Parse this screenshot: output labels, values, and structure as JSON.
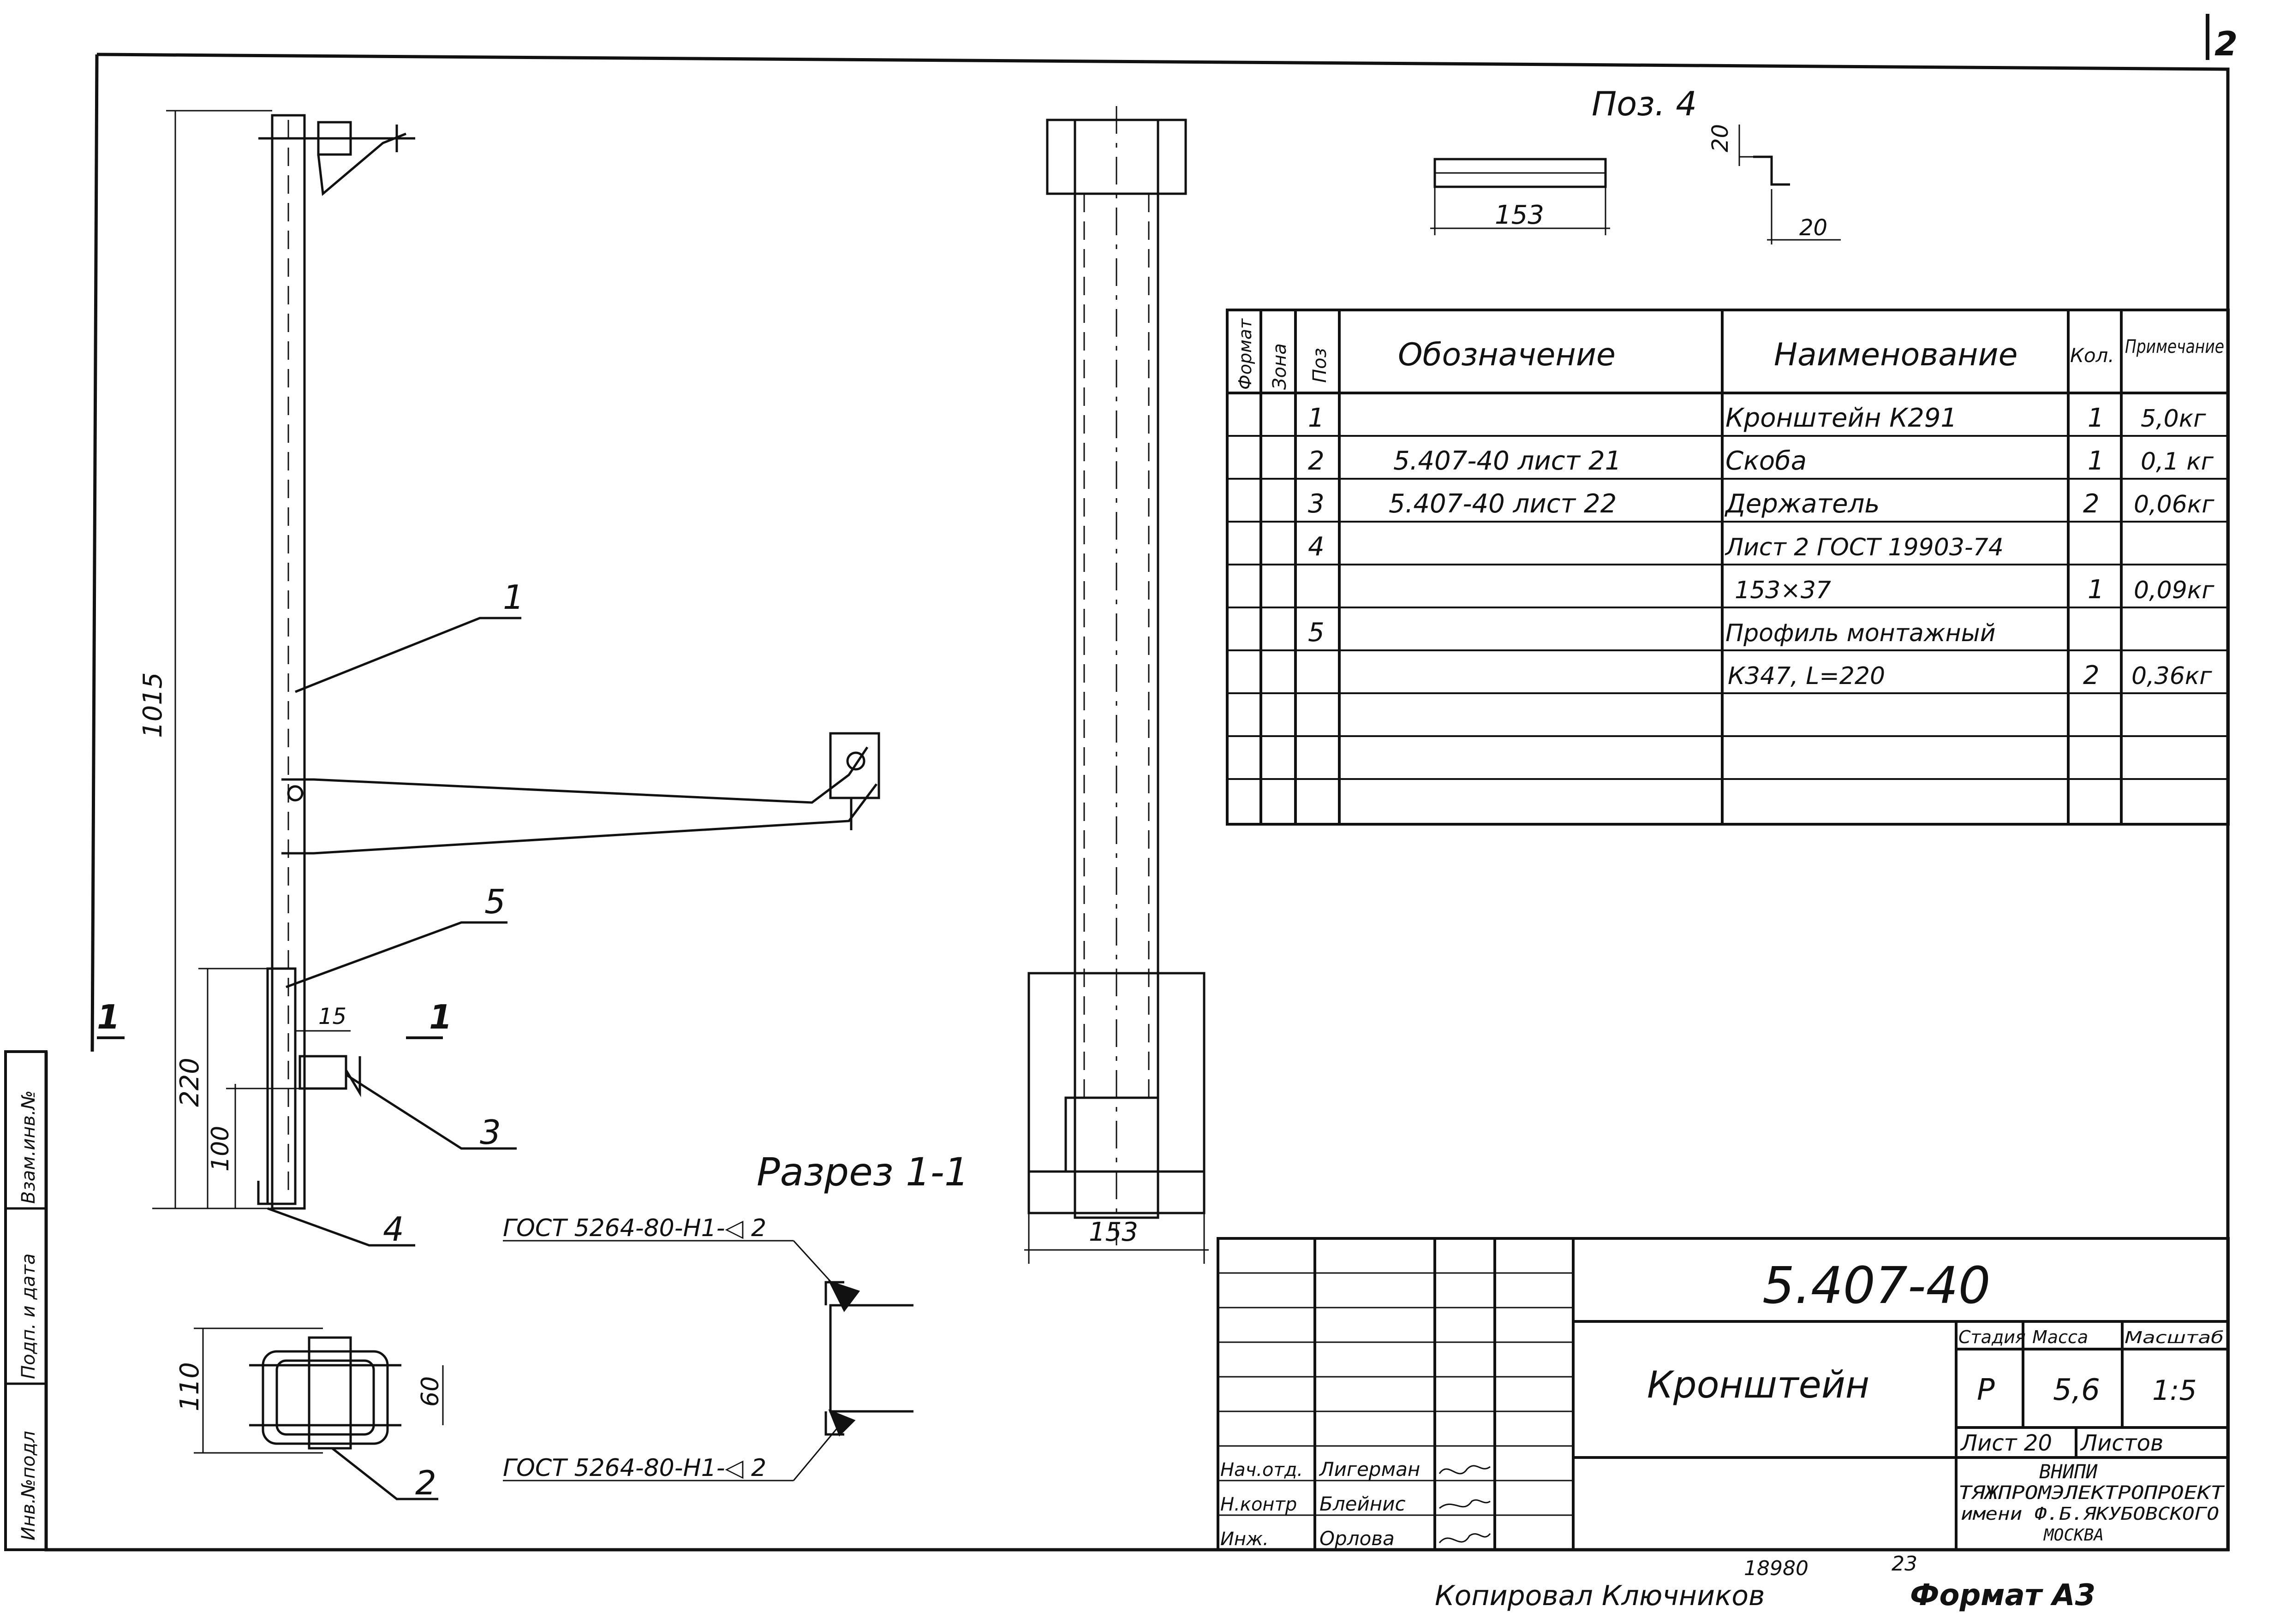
{
  "page_number": "2",
  "main_view": {
    "dim_total": "1015",
    "dim_lower": "220",
    "dim_bottom": "100",
    "dim_gap": "15",
    "pos_labels": [
      "1",
      "5",
      "3",
      "4"
    ],
    "section_mark": "1"
  },
  "front_view": {
    "dim_width": "153"
  },
  "pos4": {
    "title": "Поз. 4",
    "dim_length": "153",
    "dim_a": "20",
    "dim_b": "20"
  },
  "section": {
    "title": "Разрез 1-1",
    "weld_top": "ГОСТ 5264-80-Н1-◁ 2",
    "weld_bottom": "ГОСТ 5264-80-Н1-◁ 2"
  },
  "clamp": {
    "dim_outer": "110",
    "dim_inner": "60",
    "pos_label": "2"
  },
  "spec_table": {
    "headers": {
      "format": "Формат",
      "zone": "Зона",
      "pos": "Поз",
      "designation": "Обозначение",
      "name": "Наименование",
      "qty": "Кол.",
      "note": "Примечание"
    },
    "rows": [
      {
        "pos": "1",
        "designation": "",
        "name": "Кронштейн К291",
        "qty": "1",
        "note": "5,0кг"
      },
      {
        "pos": "2",
        "designation": "5.407-40 лист 21",
        "name": "Скоба",
        "qty": "1",
        "note": "0,1 кг"
      },
      {
        "pos": "3",
        "designation": "5.407-40 лист 22",
        "name": "Держатель",
        "qty": "2",
        "note": "0,06кг"
      },
      {
        "pos": "4",
        "designation": "",
        "name": "Лист 2 ГОСТ 19903-74",
        "qty": "",
        "note": ""
      },
      {
        "pos": "",
        "designation": "",
        "name": "153×37",
        "qty": "1",
        "note": "0,09кг"
      },
      {
        "pos": "5",
        "designation": "",
        "name": "Профиль монтажный",
        "qty": "",
        "note": ""
      },
      {
        "pos": "",
        "designation": "",
        "name": "К347, L=220",
        "qty": "2",
        "note": "0,36кг"
      },
      {
        "pos": "",
        "designation": "",
        "name": "",
        "qty": "",
        "note": ""
      },
      {
        "pos": "",
        "designation": "",
        "name": "",
        "qty": "",
        "note": ""
      },
      {
        "pos": "",
        "designation": "",
        "name": "",
        "qty": "",
        "note": ""
      }
    ]
  },
  "title_block": {
    "doc_number": "5.407-40",
    "title": "Кронштейн",
    "stage_label": "Стадия",
    "mass_label": "Масса",
    "scale_label": "Масштаб",
    "stage": "Р",
    "mass": "5,6",
    "scale": "1:5",
    "sheet_label": "Лист 20",
    "sheets_label": "Листов",
    "org_lines": [
      "ВНИПИ",
      "ТЯЖПРОМЭЛЕКТРОПРОЕКТ",
      "имени Ф.Б.ЯКУБОВСКОГО",
      "МОСКВА"
    ],
    "roles": [
      {
        "role": "Нач.отд.",
        "name": "Лигерман"
      },
      {
        "role": "Н.контр",
        "name": "Блейнис"
      },
      {
        "role": "Инж.",
        "name": "Орлова"
      }
    ]
  },
  "side_stamp": [
    "Взам.инв.№",
    "Подп. и дата",
    "Инв.№подл"
  ],
  "footer": {
    "copied": "Копировал Ключников",
    "format": "Формат А3",
    "num_a": "18980",
    "num_b": "23"
  }
}
